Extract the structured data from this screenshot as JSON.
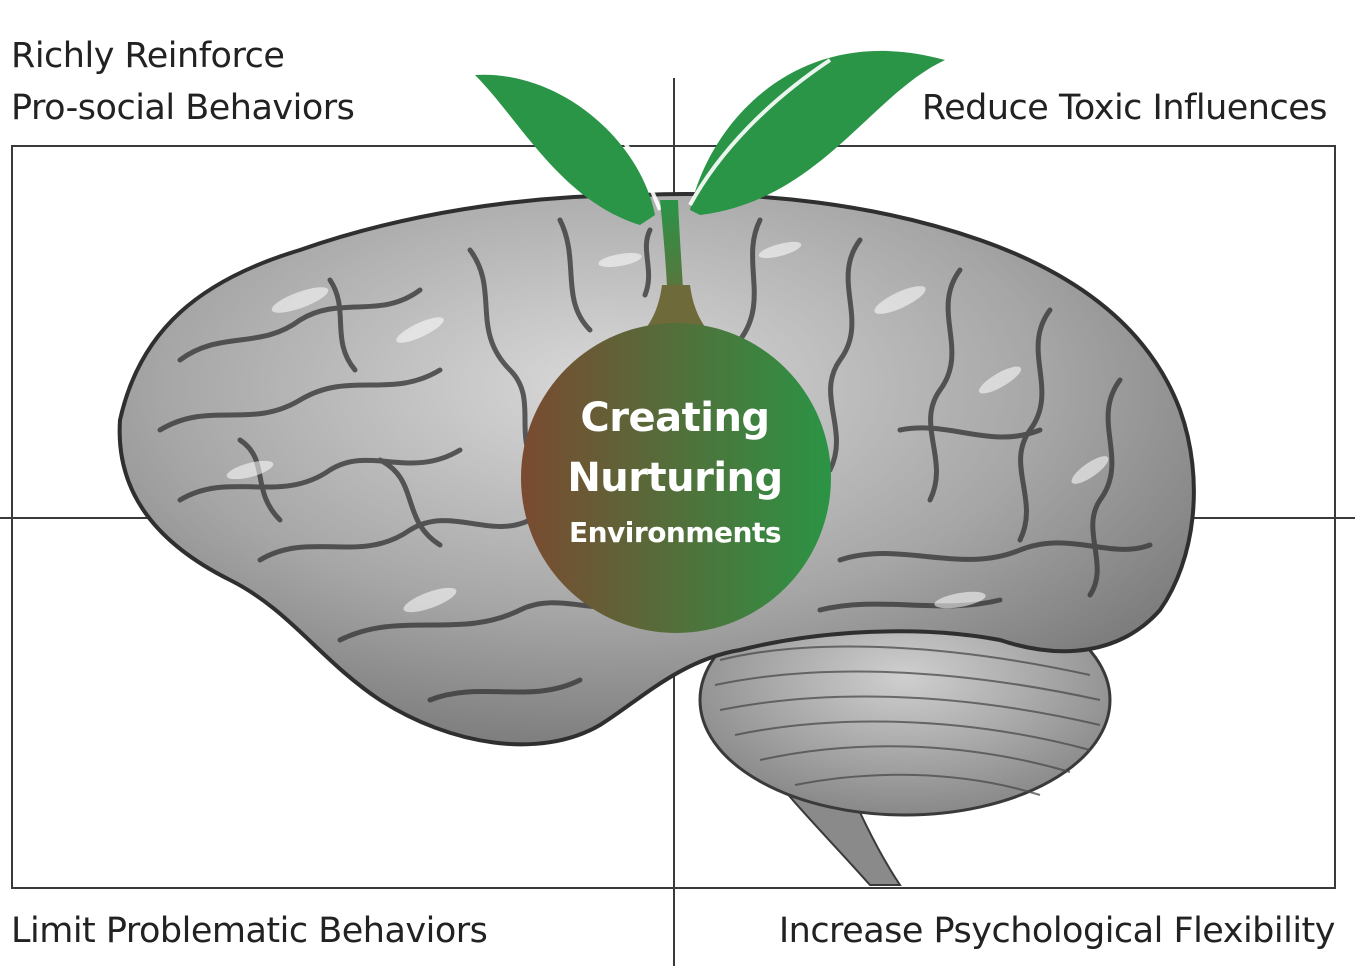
{
  "quadrants": {
    "top_left": [
      "Richly Reinforce",
      "Pro-social Behaviors"
    ],
    "top_right": "Reduce Toxic Influences",
    "bottom_left": "Limit Problematic Behaviors",
    "bottom_right": "Increase Psychological Flexibility"
  },
  "center": {
    "line1": "Creating",
    "line2": "Nurturing",
    "line3": "Environments"
  },
  "icons": {
    "brain": "brain-illustration",
    "sprout": "sprout-leaves"
  },
  "colors": {
    "leaf_green": "#2a9447",
    "circle_brown": "#7a4a30",
    "circle_green": "#2b9445",
    "brain_gray": "#9a9a9a",
    "line": "#3a3a3a"
  }
}
